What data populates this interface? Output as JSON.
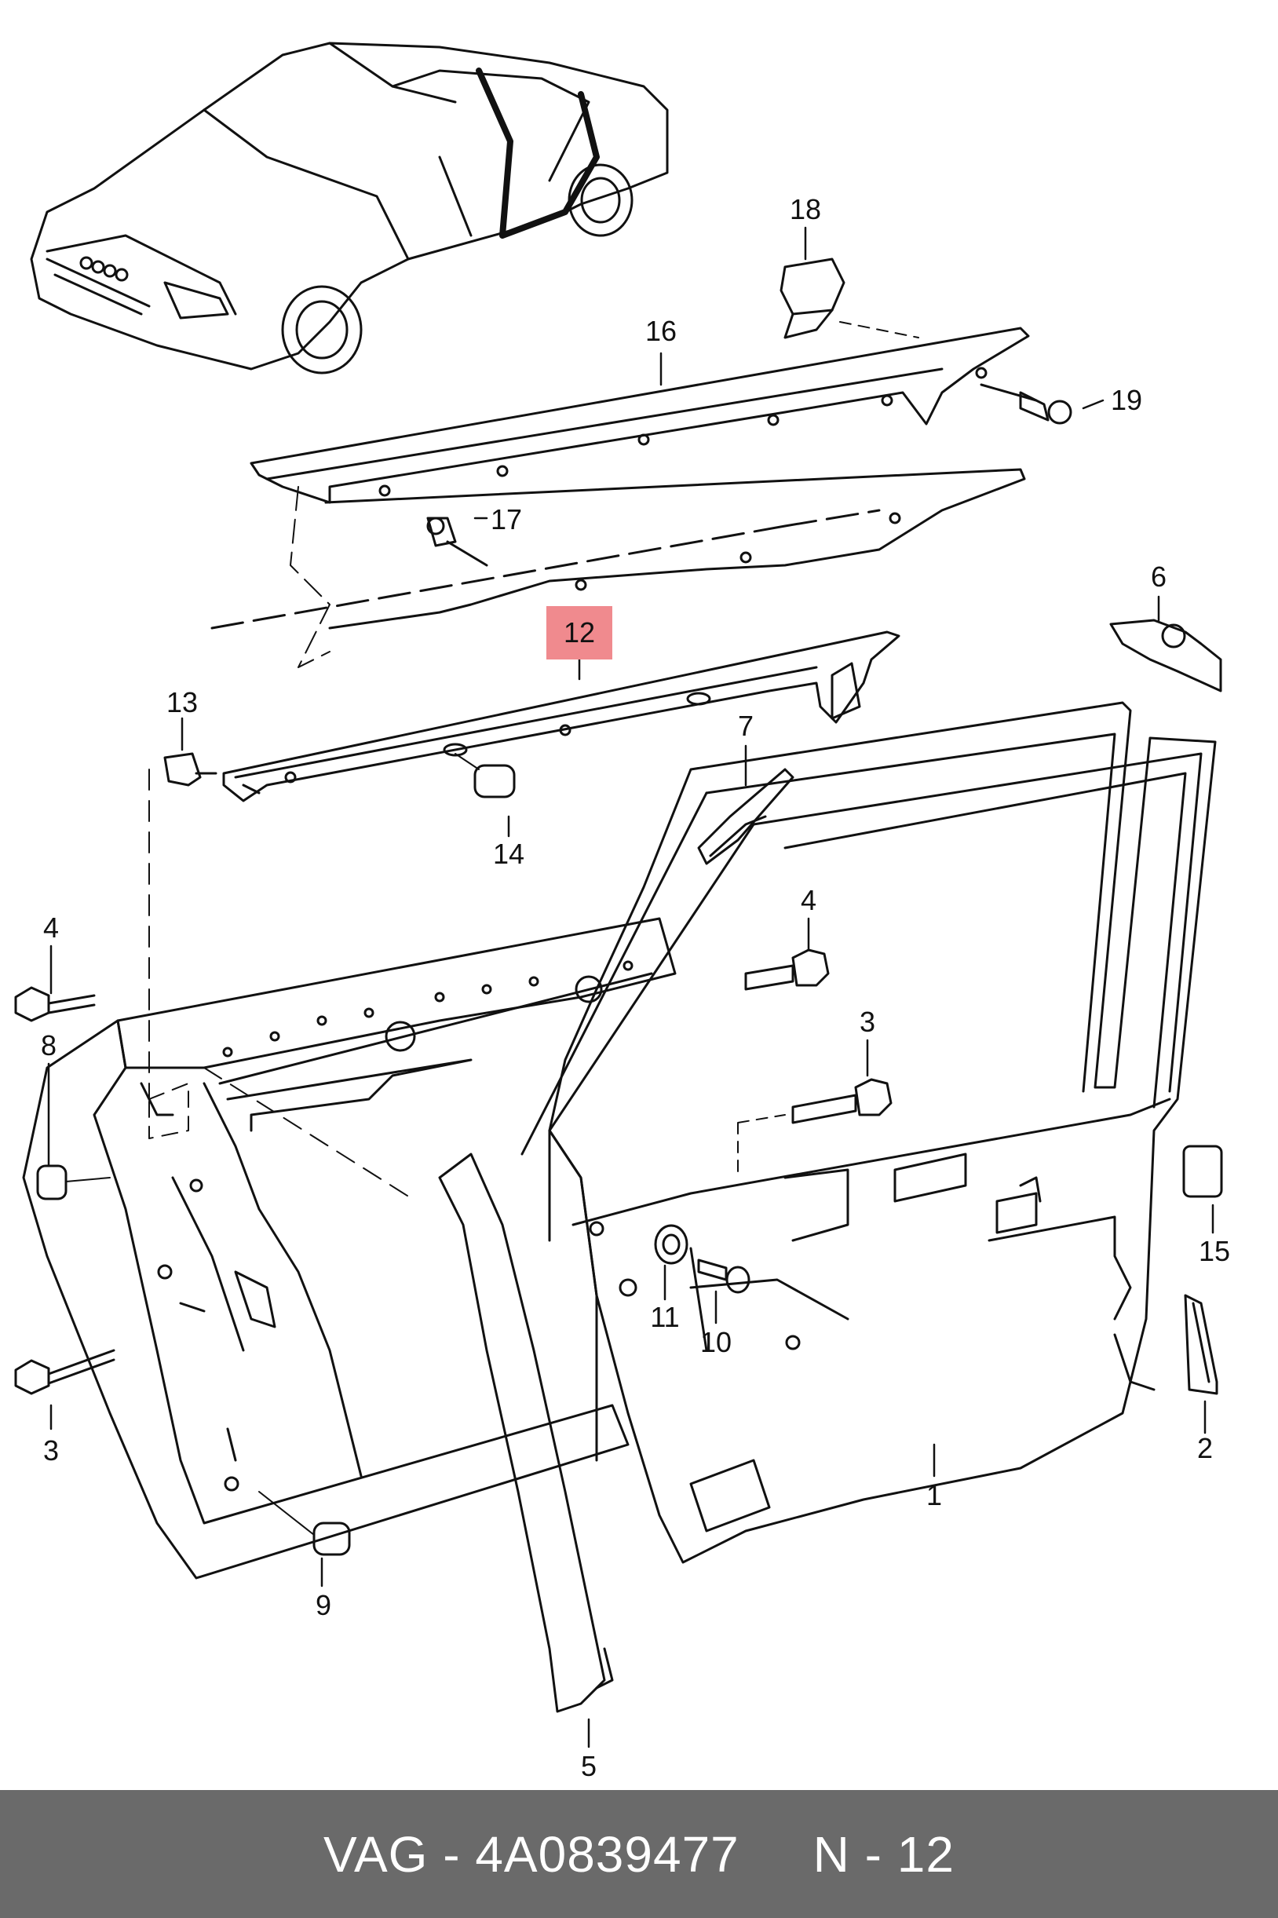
{
  "footer": {
    "brand": "VAG",
    "separator": " - ",
    "part_number": "4A0839477",
    "gap": "     ",
    "reference": "N - 12"
  },
  "highlight_color": "#f08a8e",
  "callouts": {
    "c18": "18",
    "c16": "16",
    "c19": "19",
    "c17": "17",
    "c6": "6",
    "c12": "12",
    "c13": "13",
    "c7": "7",
    "c14": "14",
    "c4a": "4",
    "c4b": "4",
    "c8": "8",
    "c3a": "3",
    "c3b": "3",
    "c15": "15",
    "c11": "11",
    "c10": "10",
    "c1": "1",
    "c2": "2",
    "c9": "9",
    "c5": "5"
  }
}
